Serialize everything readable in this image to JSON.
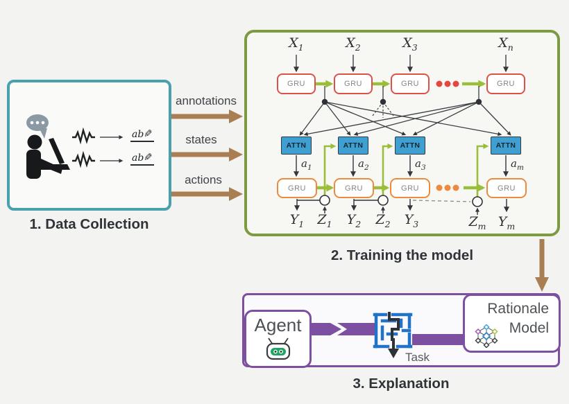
{
  "colors": {
    "background": "#f3f3f1",
    "teal": "#4BA0AE",
    "brown": "#A87E52",
    "olive": "#7C9A3E",
    "red": "#DC5146",
    "green_arrow": "#9ABE3A",
    "attn_blue": "#3F9FD0",
    "orange": "#EC8A3D",
    "purple": "#7C4FA0",
    "maze_blue": "#2273C5",
    "robot_green": "#1EA566"
  },
  "data_collection": {
    "label": "1. Data Collection",
    "annotation_icon_text": "ab",
    "pencil_glyph": "✎"
  },
  "flow_arrows": [
    {
      "label": "annotations"
    },
    {
      "label": "states"
    },
    {
      "label": "actions"
    }
  ],
  "training": {
    "label": "2. Training the model",
    "encoder": {
      "inputs": [
        {
          "base": "X",
          "sub": "1"
        },
        {
          "base": "X",
          "sub": "2"
        },
        {
          "base": "X",
          "sub": "3"
        },
        {
          "base": "X",
          "sub": "n"
        }
      ],
      "units": [
        "GRU",
        "GRU",
        "GRU",
        "GRU"
      ]
    },
    "attention": {
      "units": [
        "ATTN",
        "ATTN",
        "ATTN",
        "ATTN"
      ],
      "weights": [
        {
          "base": "a",
          "sub": "1"
        },
        {
          "base": "a",
          "sub": "2"
        },
        {
          "base": "a",
          "sub": "3"
        },
        {
          "base": "a",
          "sub": "m"
        }
      ]
    },
    "decoder": {
      "units": [
        "GRU",
        "GRU",
        "GRU",
        "GRU"
      ],
      "outputs": [
        {
          "base": "Y",
          "sub": "1"
        },
        {
          "base": "Y",
          "sub": "2"
        },
        {
          "base": "Y",
          "sub": "3"
        },
        {
          "base": "Y",
          "sub": "m"
        }
      ],
      "gates": [
        {
          "base": "Z",
          "sub": "1"
        },
        {
          "base": "Z",
          "sub": "2"
        },
        {
          "base": "Z",
          "sub": "m"
        }
      ]
    }
  },
  "explanation": {
    "label": "3. Explanation",
    "agent": "Agent",
    "rationale_line1": "Rationale",
    "rationale_line2": "Model",
    "task": "Task"
  }
}
